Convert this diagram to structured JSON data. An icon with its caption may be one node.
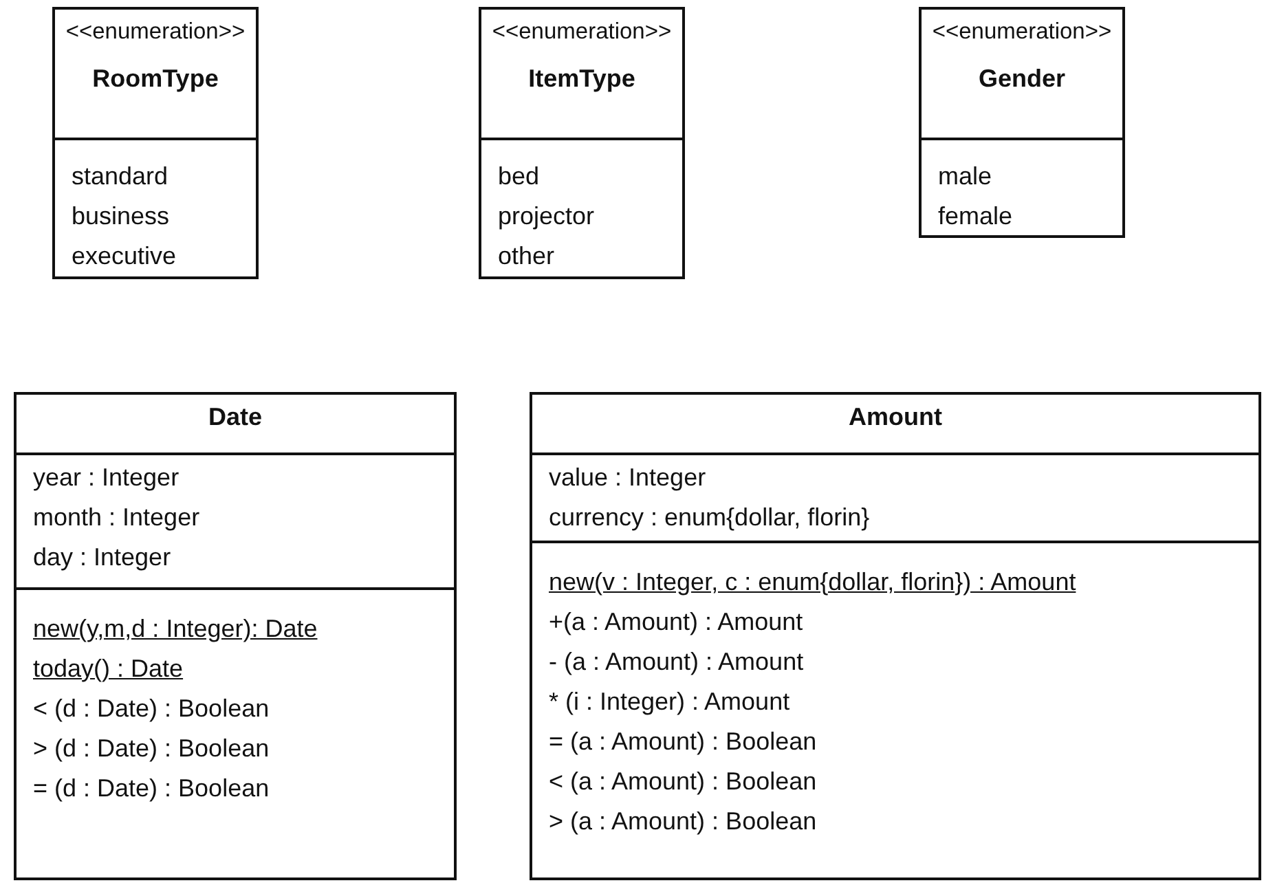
{
  "diagram": {
    "nodes": [
      {
        "text": [
          "<<enumeration>>",
          "RoomType",
          "standard",
          "business",
          "executive"
        ]
      },
      {
        "text": [
          "<<enumeration>>",
          "ItemType",
          "bed",
          "projector",
          "other"
        ]
      },
      {
        "text": [
          "<<enumeration>>",
          "Gender",
          "male",
          "female"
        ]
      },
      {
        "text": [
          "Date",
          "year : Integer",
          "month : Integer",
          "day : Integer",
          "new(y,m,d : Integer): Date",
          "today() : Date",
          "< (d : Date) : Boolean",
          "> (d : Date) : Boolean",
          "= (d : Date) : Boolean"
        ]
      },
      {
        "text": [
          "Amount",
          "value : Integer",
          "currency : enum{dollar, florin}",
          "new(v : Integer, c : enum{dollar, florin}) : Amount",
          "+(a : Amount) : Amount",
          "- (a : Amount) : Amount",
          "* (i : Integer) : Amount",
          "= (a : Amount) : Boolean",
          "< (a : Amount) : Boolean",
          "> (a : Amount) : Boolean"
        ]
      }
    ],
    "edges": []
  }
}
